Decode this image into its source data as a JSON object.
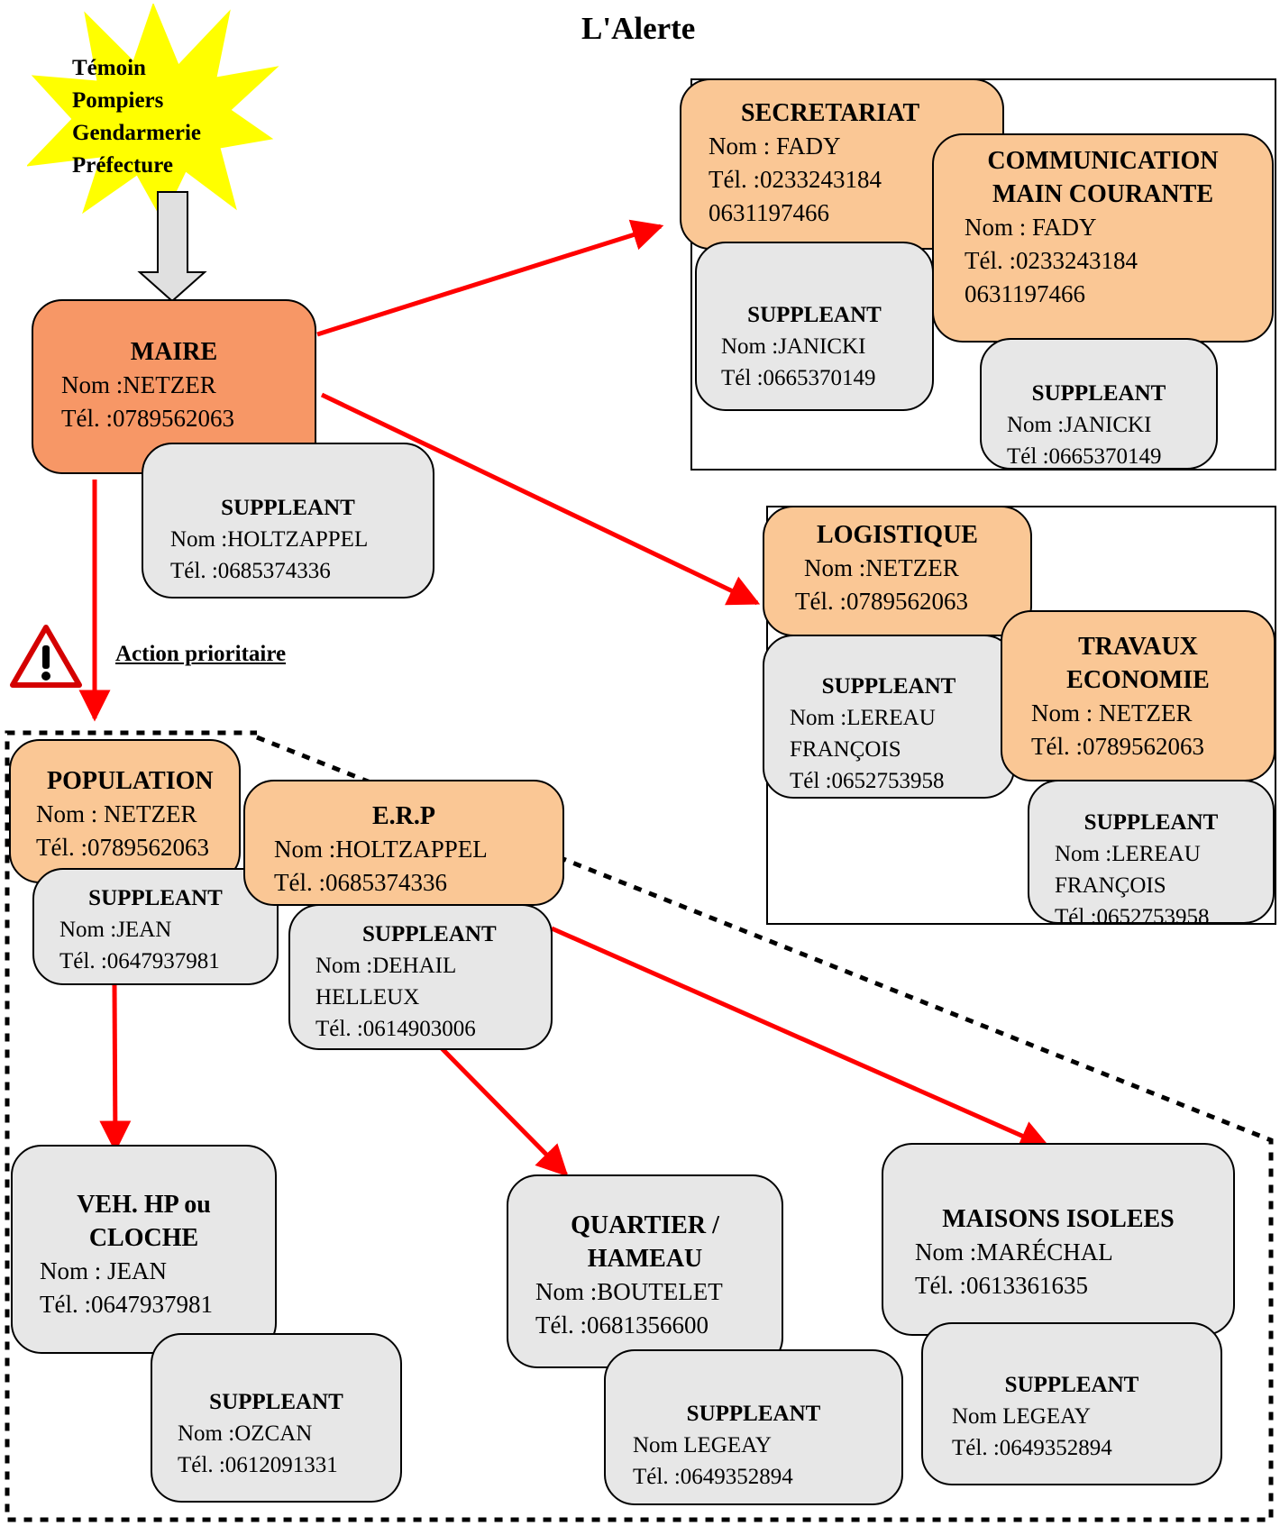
{
  "title": "L'Alerte",
  "sources": [
    "Témoin",
    "Pompiers",
    "Gendarmerie",
    "Préfecture"
  ],
  "action_label": "Action prioritaire",
  "maire": {
    "title": "MAIRE",
    "nom": "Nom :NETZER",
    "tel": "Tél. :0789562063"
  },
  "maire_suppleant": {
    "title": "SUPPLEANT",
    "nom": "Nom :HOLTZAPPEL",
    "tel": "Tél. :0685374336"
  },
  "secretariat": {
    "title": "SECRETARIAT",
    "nom": "Nom : FADY",
    "tel": "Tél. :0233243184",
    "tel2": "0631197466"
  },
  "secretariat_suppleant": {
    "title": "SUPPLEANT",
    "nom": "Nom :JANICKI",
    "tel": "Tél :0665370149"
  },
  "communication": {
    "title1": "COMMUNICATION",
    "title2": "MAIN COURANTE",
    "nom": "Nom : FADY",
    "tel": "Tél. :0233243184",
    "tel2": "0631197466"
  },
  "communication_suppleant": {
    "title": "SUPPLEANT",
    "nom": "Nom :JANICKI",
    "tel": "Tél :0665370149"
  },
  "logistique": {
    "title": "LOGISTIQUE",
    "nom": "Nom :NETZER",
    "tel": "Tél. :0789562063"
  },
  "logistique_suppleant": {
    "title": "SUPPLEANT",
    "nom": "Nom :LEREAU",
    "nom2": "FRANÇOIS",
    "tel": "Tél :0652753958"
  },
  "travaux": {
    "title1": "TRAVAUX",
    "title2": "ECONOMIE",
    "nom": "Nom : NETZER",
    "tel": "Tél. :0789562063"
  },
  "travaux_suppleant": {
    "title": "SUPPLEANT",
    "nom": "Nom :LEREAU",
    "nom2": "FRANÇOIS",
    "tel": "Tél :0652753958"
  },
  "population": {
    "title": "POPULATION",
    "nom": "Nom : NETZER",
    "tel": "Tél. :0789562063"
  },
  "population_suppleant": {
    "title": "SUPPLEANT",
    "nom": "Nom :JEAN",
    "tel": "Tél. :0647937981"
  },
  "erp": {
    "title": "E.R.P",
    "nom": "Nom :HOLTZAPPEL",
    "tel": "Tél. :0685374336"
  },
  "erp_suppleant": {
    "title": "SUPPLEANT",
    "nom": "Nom :DEHAIL",
    "nom2": "HELLEUX",
    "tel": "Tél. :0614903006"
  },
  "veh": {
    "title1": "VEH. HP ou",
    "title2": "CLOCHE",
    "nom": "Nom : JEAN",
    "tel": "Tél. :0647937981"
  },
  "veh_suppleant": {
    "title": "SUPPLEANT",
    "nom": "Nom :OZCAN",
    "tel": "Tél. :0612091331"
  },
  "quartier": {
    "title1": "QUARTIER /",
    "title2": "HAMEAU",
    "nom": "Nom :BOUTELET",
    "tel": "Tél. :0681356600"
  },
  "quartier_suppleant": {
    "title": "SUPPLEANT",
    "nom": "Nom LEGEAY",
    "tel": "Tél. :0649352894"
  },
  "maisons": {
    "title": "MAISONS ISOLEES",
    "nom": "Nom :MARÉCHAL",
    "tel": "Tél. :0613361635"
  },
  "maisons_suppleant": {
    "title": "SUPPLEANT",
    "nom": "Nom LEGEAY",
    "tel": "Tél. :0649352894"
  },
  "colors": {
    "arrow": "#ff0000",
    "orange": "#fac795",
    "maire": "#f79766",
    "grey": "#e7e7e7"
  }
}
